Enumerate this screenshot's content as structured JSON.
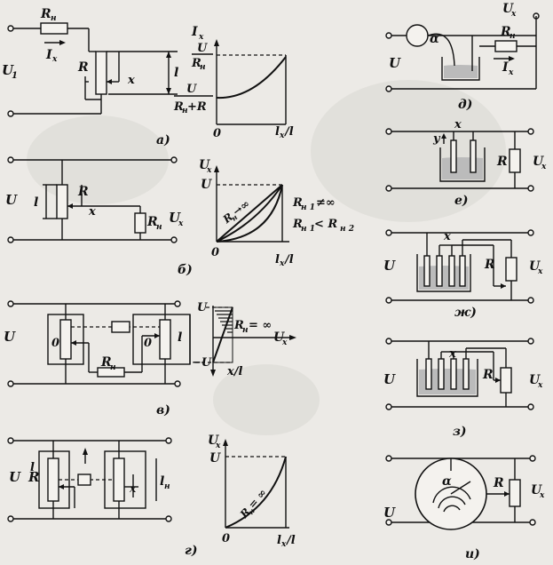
{
  "labels": {
    "a": {
      "R_load": "R",
      "R_load_sub": "н",
      "I_x": "I",
      "I_x_sub": "x",
      "U1": "U",
      "U1_sub": "1",
      "R": "R",
      "x": "x",
      "l": "l",
      "axis_y": "I",
      "axis_y_sub": "x",
      "top_num": "U",
      "top_den": "R",
      "top_den_sub": "н",
      "bot_num": "U",
      "bot_den": "R",
      "bot_den_sub": "н",
      "bot_den_plus": "+R",
      "origin": "0",
      "axis_x": "l",
      "axis_x_sub": "x",
      "axis_x_tail": "/l",
      "caption": "а)"
    },
    "b": {
      "U": "U",
      "l": "l",
      "R": "R",
      "x": "x",
      "R_load": "R",
      "R_load_sub": "н",
      "U_x": "U",
      "U_x_sub": "x",
      "axis_y": "U",
      "axis_y_sub": "x",
      "U_level": "U",
      "curve_inf": "R",
      "curve_inf_sub": "н",
      "curve_inf_tail": "→∞",
      "curve1": "R",
      "curve1_sub": "н 1",
      "curve1_tail": "≠∞",
      "curve2": "R",
      "curve2_sub": "н 1",
      "curve2_mid": " < R",
      "curve2_sub2": "н 2",
      "origin": "0",
      "axis_x": "l",
      "axis_x_sub": "x",
      "axis_x_tail": "/l",
      "caption": "б)"
    },
    "v": {
      "U": "U",
      "zero_left": "0",
      "zero_right": "0",
      "R_load": "R",
      "R_load_sub": "н",
      "l": "l",
      "plus_U": "U",
      "minus_U": "−U",
      "line_label": "R",
      "line_label_sub": "н",
      "line_label_tail": "= ∞",
      "U_x": "U",
      "U_x_sub": "x",
      "axis_x": "x/l",
      "caption": "в)"
    },
    "g": {
      "U": "U",
      "R": "R",
      "l": "l",
      "x": "x",
      "l_n": "l",
      "l_n_sub": "н",
      "axis_y": "U",
      "axis_y_sub": "x",
      "U_level": "U",
      "curve": "R",
      "curve_sub": "н",
      "curve_tail": " = ∞",
      "origin": "0",
      "axis_x": "l",
      "axis_x_sub": "x",
      "axis_x_tail": "/l",
      "caption": "г)"
    },
    "d": {
      "U_x": "U",
      "U_x_sub": "x",
      "alpha": "α",
      "R_load": "R",
      "R_load_sub": "н",
      "U": "U",
      "I_x": "I",
      "I_x_sub": "x",
      "caption": "д)"
    },
    "e": {
      "x": "x",
      "y": "y",
      "R": "R",
      "U_x": "U",
      "U_x_sub": "x",
      "caption": "е)"
    },
    "zh": {
      "x": "x",
      "U": "U",
      "R": "R",
      "U_x": "U",
      "U_x_sub": "x",
      "caption": "ж)"
    },
    "z": {
      "x": "x",
      "U": "U",
      "R": "R",
      "U_x": "U",
      "U_x_sub": "x",
      "caption": "з)"
    },
    "i": {
      "alpha": "α",
      "U": "U",
      "R": "R",
      "U_x": "U",
      "U_x_sub": "x",
      "caption": "и)"
    }
  }
}
